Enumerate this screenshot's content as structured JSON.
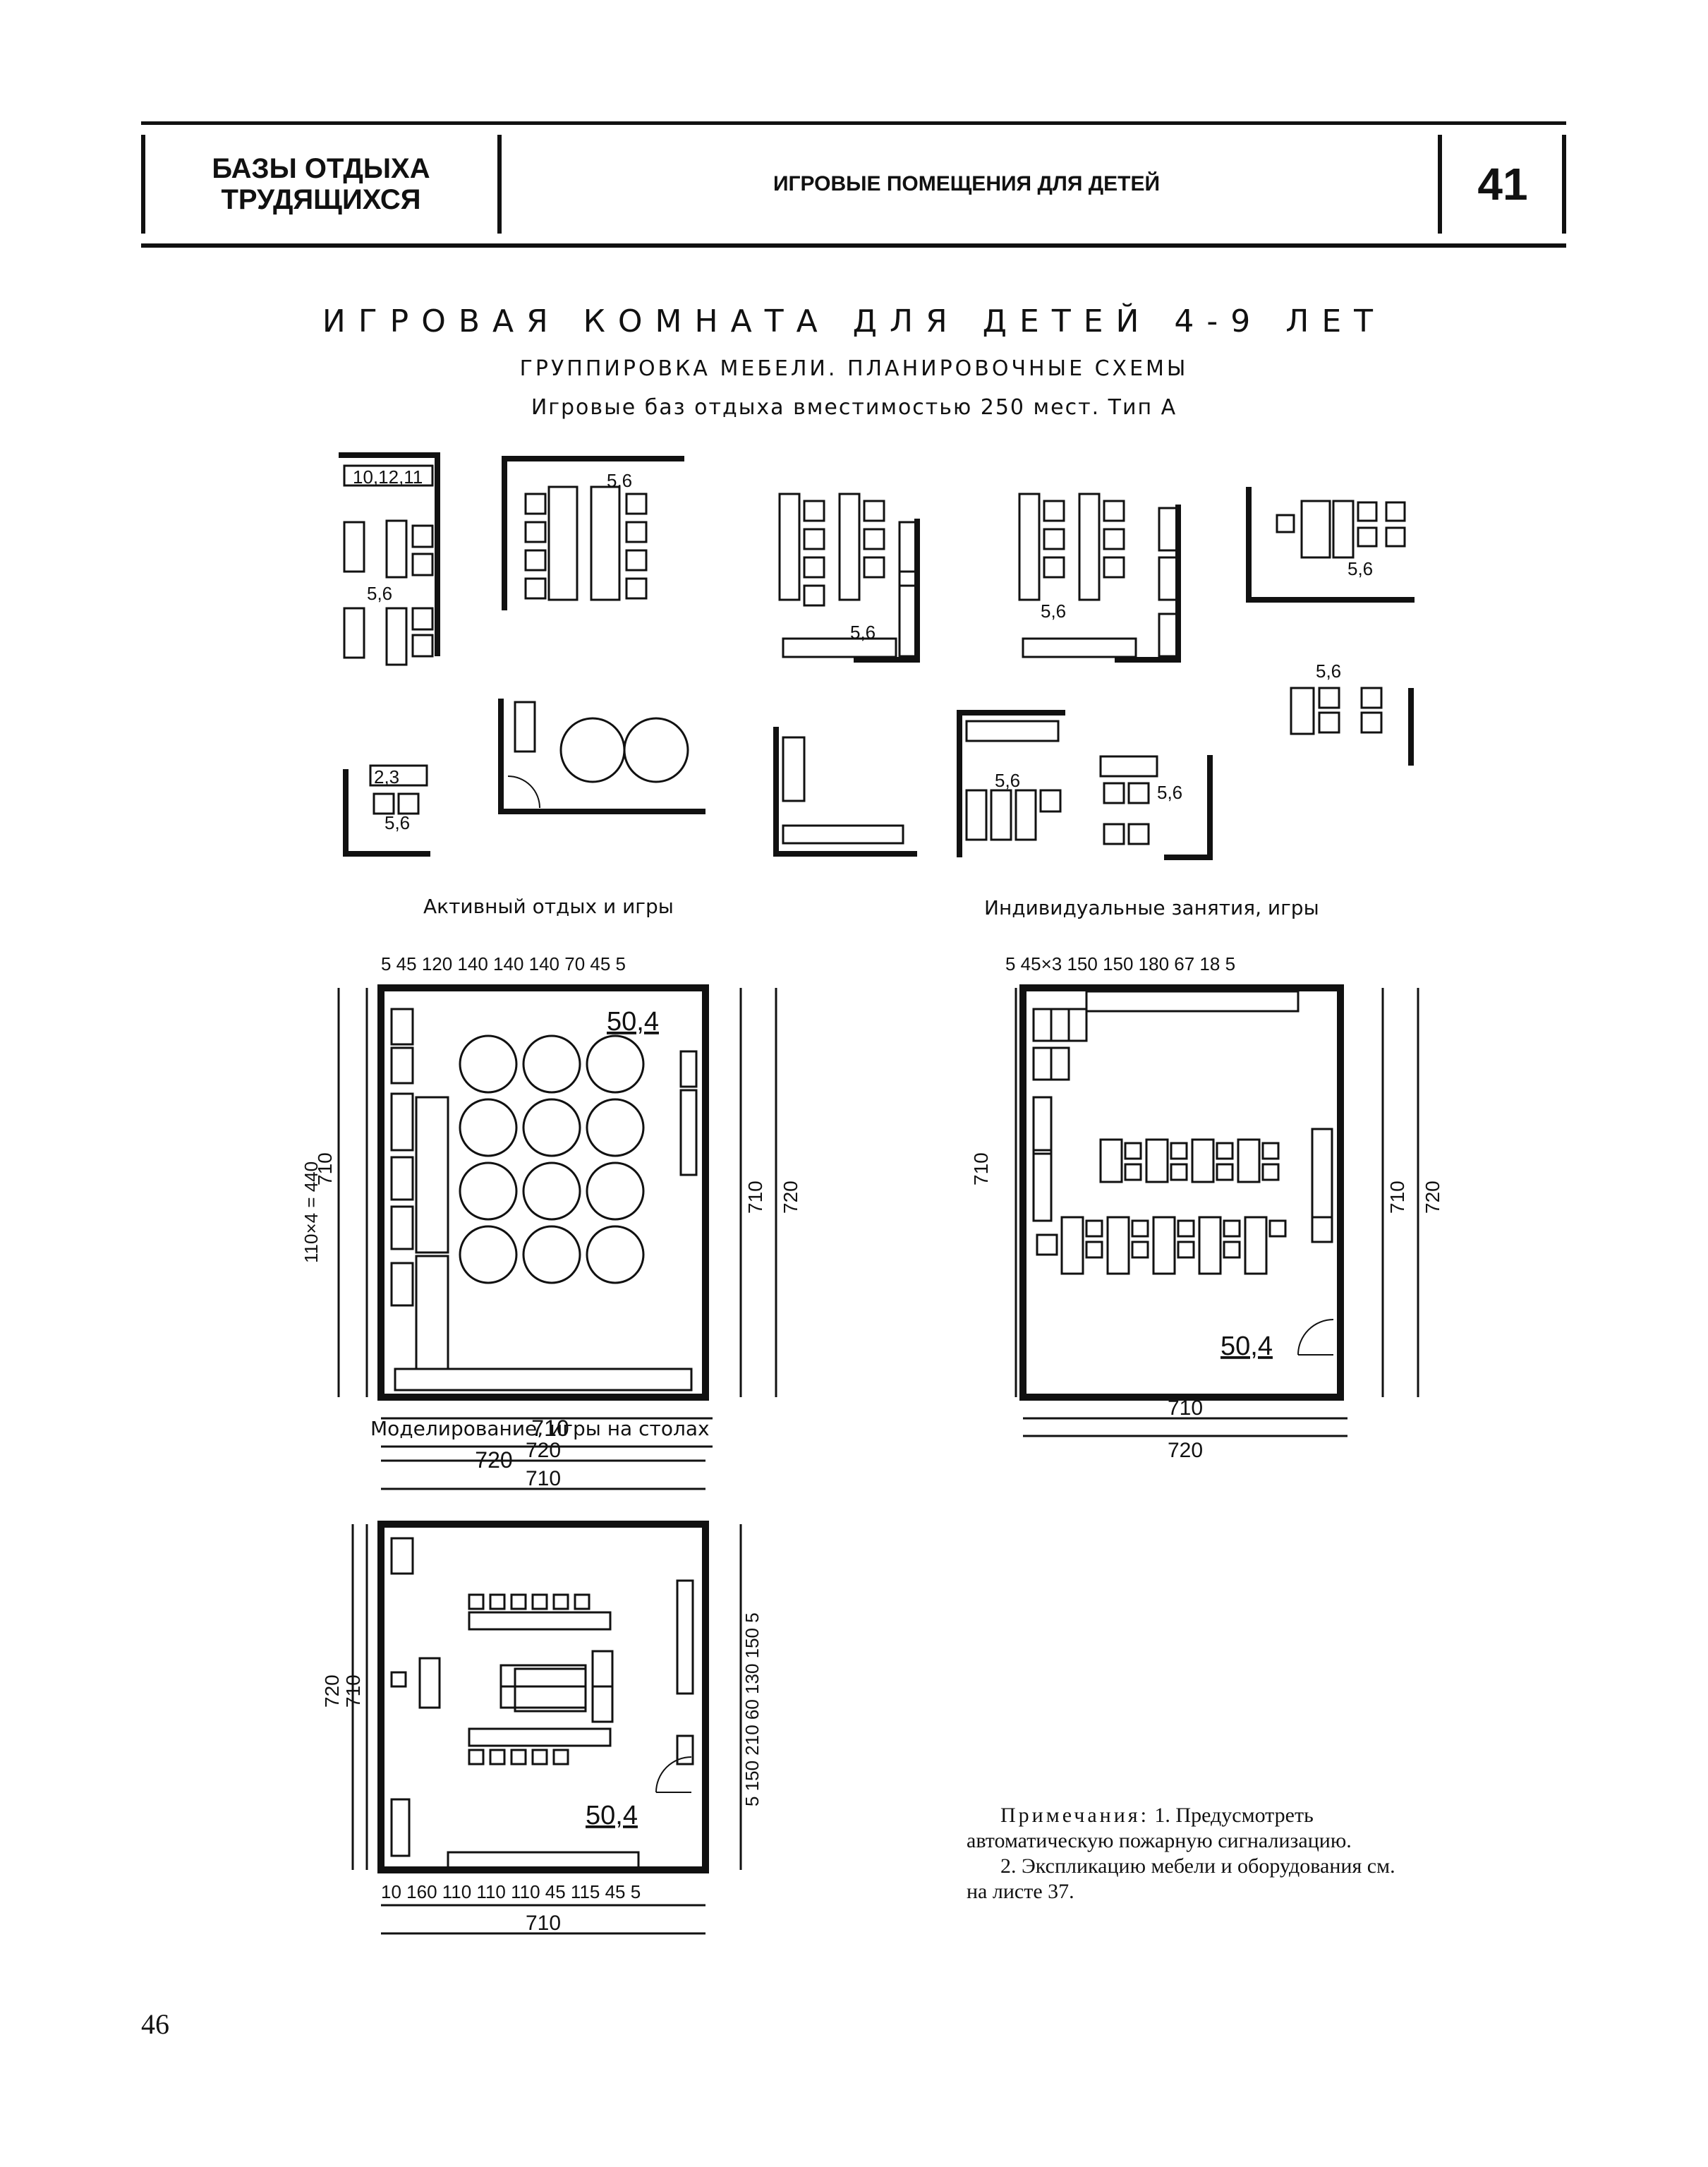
{
  "header": {
    "section": "БАЗЫ ОТДЫХА ТРУДЯЩИХСЯ",
    "section_line1": "БАЗЫ ОТДЫХА",
    "section_line2": "ТРУДЯЩИХСЯ",
    "topic": "ИГРОВЫЕ ПОМЕЩЕНИЯ ДЛЯ ДЕТЕЙ",
    "sheet": "41"
  },
  "title": "ИГРОВАЯ КОМНАТА ДЛЯ ДЕТЕЙ 4-9 ЛЕТ",
  "subtitle": "ГРУППИРОВКА МЕБЕЛИ. ПЛАНИРОВОЧНЫЕ СХЕМЫ",
  "subtitle2": "Игровые баз отдыха вместимостью 250 мест. Тип А",
  "captions": {
    "active": "Активный отдых и игры",
    "individual": "Индивидуальные занятия, игры",
    "modeling": "Моделирование, игры на столах"
  },
  "room_area": "50,4",
  "dims": {
    "d710": "710",
    "d720": "720",
    "active_top": "5 45 120 140 140 140 70 45 5",
    "active_left": "110×4 = 440",
    "indiv_top": "5 45×3 150 150 180 67 18 5",
    "model_bottom": "10 160 110 110 110 45 115 45 5",
    "model_right": "5 150 210 60 130 150 5"
  },
  "notes": {
    "label": "Примечания:",
    "n1": "1. Предусмотреть автоматическую пожарную сигнализацию.",
    "n2": "2. Экспликацию мебели и оборудования см. на листе 37."
  },
  "page_number": "46"
}
